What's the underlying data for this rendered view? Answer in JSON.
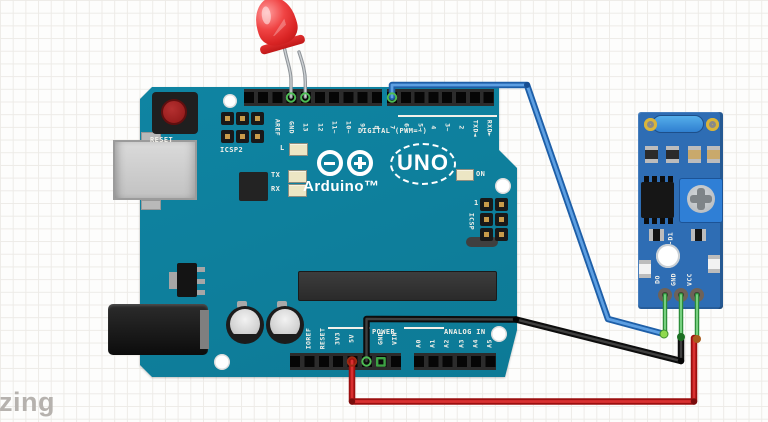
{
  "app": {
    "watermark": "zing"
  },
  "arduino": {
    "board_color": "#0e7f9c",
    "silkscreen": {
      "reset": "RESET",
      "icsp2": "ICSP2",
      "icsp": "ICSP",
      "icsp_pin1": "1",
      "led_l": "L",
      "led_tx": "TX",
      "led_rx": "RX",
      "led_on": "ON",
      "digital_caption": "DIGITAL (PWM=~)",
      "power_caption": "POWER",
      "analog_caption": "ANALOG IN",
      "brand": "Arduino™",
      "model": "UNO"
    },
    "digital_left_labels": [
      "AREF",
      "GND",
      "13",
      "12",
      "11~",
      "10~",
      "9~",
      "8"
    ],
    "digital_right_labels": [
      "7",
      "6~",
      "5~",
      "4",
      "3~",
      "2",
      "TXD◄",
      "RXD►"
    ],
    "power_labels": [
      "IOREF",
      "RESET",
      "3V3",
      "5V",
      "GND",
      "GND",
      "VIN"
    ],
    "analog_labels": [
      "A0",
      "A1",
      "A2",
      "A3",
      "A4",
      "A5"
    ]
  },
  "sensor_module": {
    "board_color": "#2e6db4",
    "silkscreen_text": "C-D1",
    "pin_labels": [
      "DO",
      "GND",
      "VCC"
    ]
  },
  "led": {
    "color": "#d92424",
    "connected_pins": [
      "13",
      "GND"
    ]
  },
  "wires": {
    "blue": {
      "color": "#1e5fa8",
      "from": "Arduino D7",
      "to": "Sensor DO"
    },
    "black": {
      "color": "#0d0d0d",
      "from": "Arduino GND",
      "to": "Sensor GND"
    },
    "red": {
      "color": "#9c0f0f",
      "from": "Arduino 5V",
      "to": "Sensor VCC"
    },
    "lead_green": {
      "color": "#2e8f3a"
    },
    "led_leg": {
      "color": "#8f9499"
    }
  }
}
